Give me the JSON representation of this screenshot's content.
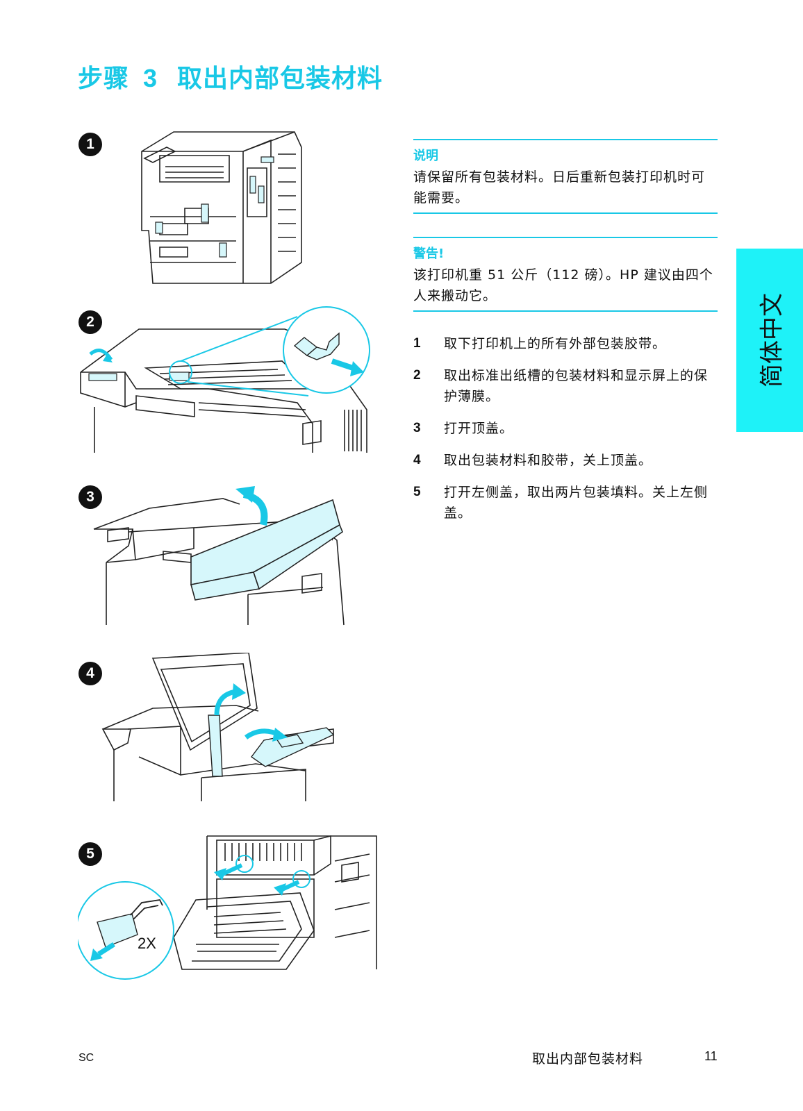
{
  "page": {
    "title_prefix": "步骤",
    "title_number": "3",
    "title_text": "取出内部包装材料"
  },
  "note": {
    "heading": "说明",
    "text": "请保留所有包装材料。日后重新包装打印机时可能需要。"
  },
  "warning": {
    "heading": "警告!",
    "text": "该打印机重 51 公斤（112 磅）。HP 建议由四个人来搬动它。"
  },
  "steps": [
    {
      "n": "1",
      "text": "取下打印机上的所有外部包装胶带。"
    },
    {
      "n": "2",
      "text": "取出标准出纸槽的包装材料和显示屏上的保护薄膜。"
    },
    {
      "n": "3",
      "text": "打开顶盖。"
    },
    {
      "n": "4",
      "text": "取出包装材料和胶带，关上顶盖。"
    },
    {
      "n": "5",
      "text": "打开左侧盖，取出两片包装填料。关上左侧盖。"
    }
  ],
  "figures": {
    "badges": [
      "1",
      "2",
      "3",
      "4",
      "5"
    ],
    "fig5_callout": "2X"
  },
  "side_tab": {
    "label": "简体中文"
  },
  "footer": {
    "left": "SC",
    "section": "取出内部包装材料",
    "page_number": "11"
  },
  "colors": {
    "accent": "#19c8e6",
    "tab": "#1ef2f8",
    "highlight_fill": "#d6f7fb"
  }
}
